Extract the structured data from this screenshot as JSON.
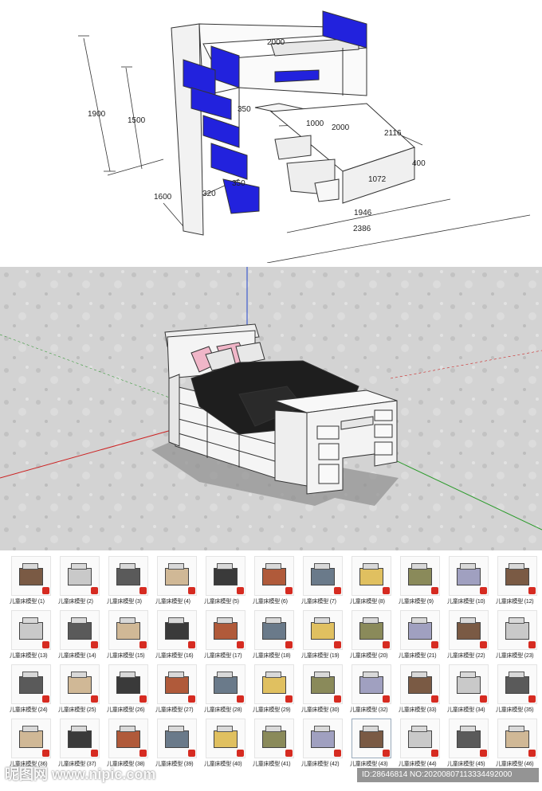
{
  "drawing": {
    "dims": [
      "1900",
      "1500",
      "1600",
      "320",
      "350",
      "2000",
      "2000",
      "1000",
      "2116",
      "400",
      "1072",
      "1946",
      "2386",
      "350"
    ]
  },
  "render": {
    "colors": {
      "background": "#cfcfcf",
      "axis_red": "#cc2222",
      "axis_green": "#2a9a2a",
      "axis_blue": "#2244cc"
    }
  },
  "library": {
    "badge_color": "#d62b21",
    "items": [
      "儿童床模型 (1)",
      "儿童床模型 (2)",
      "儿童床模型 (3)",
      "儿童床模型 (4)",
      "儿童床模型 (5)",
      "儿童床模型 (6)",
      "儿童床模型 (7)",
      "儿童床模型 (8)",
      "儿童床模型 (9)",
      "儿童床模型 (10)",
      "儿童床模型 (12)",
      "儿童床模型 (13)",
      "儿童床模型 (14)",
      "儿童床模型 (15)",
      "儿童床模型 (16)",
      "儿童床模型 (17)",
      "儿童床模型 (18)",
      "儿童床模型 (19)",
      "儿童床模型 (20)",
      "儿童床模型 (21)",
      "儿童床模型 (22)",
      "儿童床模型 (23)",
      "儿童床模型 (24)",
      "儿童床模型 (25)",
      "儿童床模型 (26)",
      "儿童床模型 (27)",
      "儿童床模型 (28)",
      "儿童床模型 (29)",
      "儿童床模型 (30)",
      "儿童床模型 (32)",
      "儿童床模型 (33)",
      "儿童床模型 (34)",
      "儿童床模型 (35)",
      "儿童床模型 (36)",
      "儿童床模型 (37)",
      "儿童床模型 (38)",
      "儿童床模型 (39)",
      "儿童床模型 (40)",
      "儿童床模型 (41)",
      "儿童床模型 (42)",
      "儿童床模型 (43)",
      "儿童床模型 (44)",
      "儿童床模型 (45)",
      "儿童床模型 (46)"
    ]
  },
  "watermark": {
    "site": "昵图网 www.nipic.com",
    "id_text": "ID:28646814 NO:20200807113334492000"
  }
}
